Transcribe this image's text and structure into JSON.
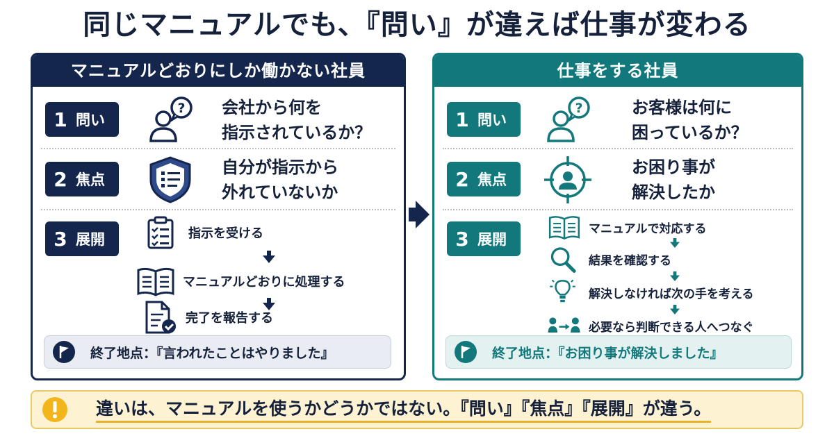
{
  "title": "同じマニュアルでも、『問い』が違えば仕事が変わる",
  "left": {
    "header": "マニュアルどおりにしか働かない社員",
    "rows": [
      {
        "num": "1",
        "label": "問い",
        "icon": "person-question-icon",
        "text1": "会社から何を",
        "text2": "指示されているか？"
      },
      {
        "num": "2",
        "label": "焦点",
        "icon": "shield-checklist-icon",
        "text1": "自分が指示から",
        "text2": "外れていないか"
      },
      {
        "num": "3",
        "label": "展開"
      }
    ],
    "steps": [
      {
        "icon": "clipboard-checklist-icon",
        "text": "指示を受ける"
      },
      {
        "icon": "open-book-icon",
        "text": "マニュアルどおりに処理する"
      },
      {
        "icon": "document-check-icon",
        "text": "完了を報告する"
      }
    ],
    "endpoint": "終了地点：『言われたことはやりました』",
    "accent": "#15264d"
  },
  "right": {
    "header": "仕事をする社員",
    "rows": [
      {
        "num": "1",
        "label": "問い",
        "icon": "person-question-icon",
        "text1": "お客様は何に",
        "text2": "困っているか？"
      },
      {
        "num": "2",
        "label": "焦点",
        "icon": "target-person-icon",
        "text1": "お困り事が",
        "text2": "解決したか"
      },
      {
        "num": "3",
        "label": "展開"
      }
    ],
    "steps": [
      {
        "icon": "open-book-icon",
        "text": "マニュアルで対応する"
      },
      {
        "icon": "magnifier-icon",
        "text": "結果を確認する"
      },
      {
        "icon": "lightbulb-icon",
        "text": "解決しなければ次の手を考える"
      },
      {
        "icon": "people-handoff-icon",
        "text": "必要なら判断できる人へつなぐ"
      }
    ],
    "endpoint": "終了地点：『お困り事が解決しました』",
    "accent": "#13787b"
  },
  "bottom": {
    "icon": "exclamation-icon",
    "text": "違いは、マニュアルを使うかどうかではない。『問い』『焦点』『展開』が違う。"
  },
  "colors": {
    "navy": "#15264d",
    "teal": "#13787b",
    "warn_yellow": "#f2b51c"
  }
}
